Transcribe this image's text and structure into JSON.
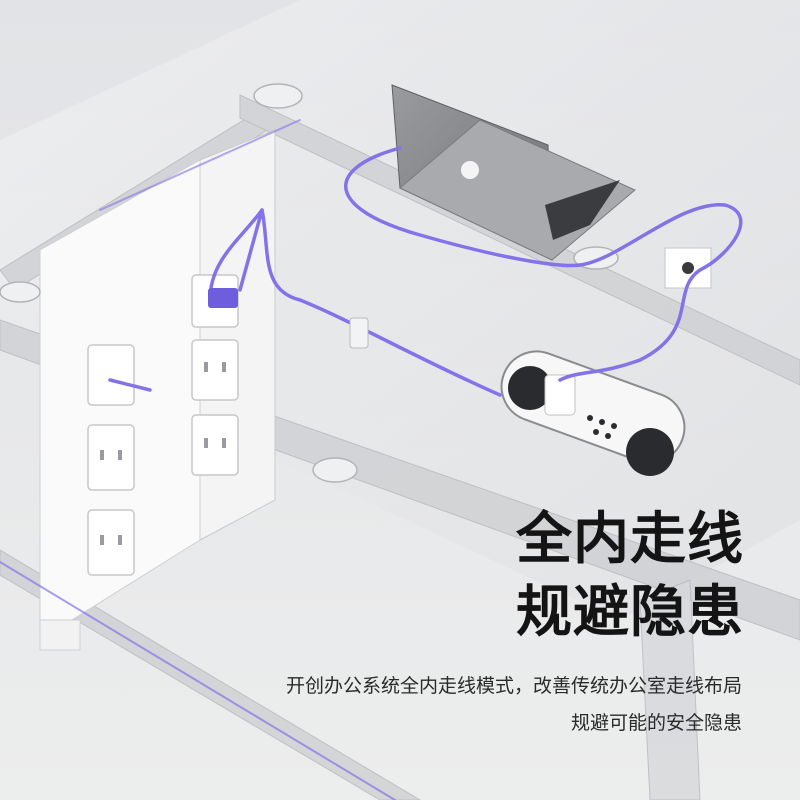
{
  "headline": {
    "line1": "全内走线",
    "line2": "规避隐患"
  },
  "description": {
    "line1": "开创办公系统全内走线模式，改善传统办公室走线布局",
    "line2": "规避可能的安全隐患"
  },
  "colors": {
    "cable": "#8472e8",
    "text": "#141414",
    "background": "#e7e8ea"
  }
}
